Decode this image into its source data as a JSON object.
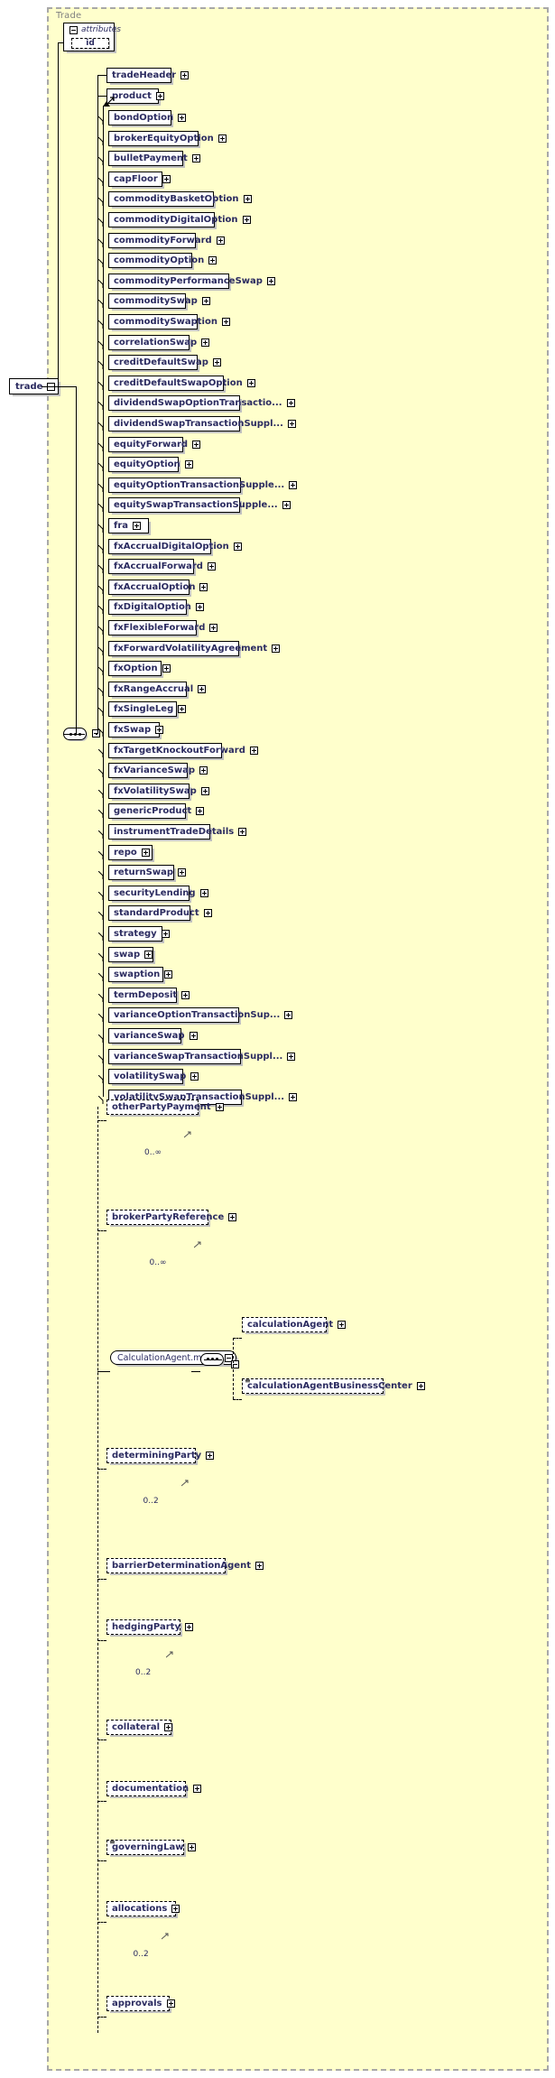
{
  "diagram": {
    "title": "Trade",
    "root_element": {
      "label": "trade",
      "control": "minus-control"
    },
    "attributes_group": {
      "label": "attributes",
      "control": "minus-control",
      "items": [
        "id"
      ]
    },
    "expand_control": "plus-control",
    "collapse_control": "minus-control"
  },
  "members": [
    {
      "label": "tradeHeader",
      "control": "plus-control",
      "optional": false,
      "width": 72,
      "cardinality": ""
    },
    {
      "label": "product",
      "control": "plus-control",
      "optional": false,
      "width": 58,
      "cardinality": "",
      "abstract_ref": true
    }
  ],
  "substitutions": [
    {
      "label": "bondOption",
      "width": 70,
      "cardinality": ""
    },
    {
      "label": "brokerEquityOption",
      "width": 100,
      "cardinality": ""
    },
    {
      "label": "bulletPayment",
      "width": 83,
      "cardinality": ""
    },
    {
      "label": "capFloor",
      "width": 60,
      "cardinality": ""
    },
    {
      "label": "commodityBasketOption",
      "width": 117,
      "cardinality": ""
    },
    {
      "label": "commodityDigitalOption",
      "width": 118,
      "cardinality": ""
    },
    {
      "label": "commodityForward",
      "width": 97,
      "cardinality": ""
    },
    {
      "label": "commodityOption",
      "width": 93,
      "cardinality": ""
    },
    {
      "label": "commodityPerformanceSwap",
      "width": 134,
      "cardinality": ""
    },
    {
      "label": "commoditySwap",
      "width": 86,
      "cardinality": ""
    },
    {
      "label": "commoditySwaption",
      "width": 99,
      "cardinality": ""
    },
    {
      "label": "correlationSwap",
      "width": 90,
      "cardinality": ""
    },
    {
      "label": "creditDefaultSwap",
      "width": 99,
      "cardinality": ""
    },
    {
      "label": "creditDefaultSwapOption",
      "width": 128,
      "cardinality": ""
    },
    {
      "label": "dividendSwapOptionTransactio...",
      "width": 146,
      "cardinality": ""
    },
    {
      "label": "dividendSwapTransactionSuppl...",
      "width": 146,
      "cardinality": ""
    },
    {
      "label": "equityForward",
      "width": 83,
      "cardinality": ""
    },
    {
      "label": "equityOption",
      "width": 78,
      "cardinality": ""
    },
    {
      "label": "equityOptionTransactionSupple...",
      "width": 147,
      "cardinality": ""
    },
    {
      "label": "equitySwapTransactionSupple...",
      "width": 146,
      "cardinality": ""
    },
    {
      "label": "fra",
      "width": 45,
      "cardinality": ""
    },
    {
      "label": "fxAccrualDigitalOption",
      "width": 114,
      "cardinality": ""
    },
    {
      "label": "fxAccrualForward",
      "width": 95,
      "cardinality": ""
    },
    {
      "label": "fxAccrualOption",
      "width": 90,
      "cardinality": ""
    },
    {
      "label": "fxDigitalOption",
      "width": 87,
      "cardinality": ""
    },
    {
      "label": "fxFlexibleForward",
      "width": 98,
      "cardinality": ""
    },
    {
      "label": "fxForwardVolatilityAgreement",
      "width": 145,
      "cardinality": ""
    },
    {
      "label": "fxOption",
      "width": 59,
      "cardinality": ""
    },
    {
      "label": "fxRangeAccrual",
      "width": 87,
      "cardinality": ""
    },
    {
      "label": "fxSingleLeg",
      "width": 76,
      "cardinality": ""
    },
    {
      "label": "fxSwap",
      "width": 57,
      "cardinality": ""
    },
    {
      "label": "fxTargetKnockoutForward",
      "width": 126,
      "cardinality": ""
    },
    {
      "label": "fxVarianceSwap",
      "width": 88,
      "cardinality": ""
    },
    {
      "label": "fxVolatilitySwap",
      "width": 90,
      "cardinality": ""
    },
    {
      "label": "genericProduct",
      "width": 86,
      "cardinality": ""
    },
    {
      "label": "instrumentTradeDetails",
      "width": 113,
      "cardinality": ""
    },
    {
      "label": "repo",
      "width": 49,
      "cardinality": ""
    },
    {
      "label": "returnSwap",
      "width": 73,
      "cardinality": ""
    },
    {
      "label": "securityLending",
      "width": 90,
      "cardinality": ""
    },
    {
      "label": "standardProduct",
      "width": 91,
      "cardinality": ""
    },
    {
      "label": "strategy",
      "width": 60,
      "cardinality": ""
    },
    {
      "label": "swap",
      "width": 50,
      "cardinality": ""
    },
    {
      "label": "swaption",
      "width": 61,
      "cardinality": ""
    },
    {
      "label": "termDeposit",
      "width": 76,
      "cardinality": ""
    },
    {
      "label": "varianceOptionTransactionSup...",
      "width": 145,
      "cardinality": ""
    },
    {
      "label": "varianceSwap",
      "width": 81,
      "cardinality": ""
    },
    {
      "label": "varianceSwapTransactionSuppl...",
      "width": 147,
      "cardinality": ""
    },
    {
      "label": "volatilitySwap",
      "width": 83,
      "cardinality": ""
    },
    {
      "label": "volatilitySwapTransactionSuppl...",
      "width": 148,
      "cardinality": ""
    }
  ],
  "tail_members": [
    {
      "label": "otherPartyPayment",
      "width": 102,
      "optional": true,
      "cardinality": "0..∞",
      "doc": false
    },
    {
      "label": "brokerPartyReference",
      "width": 113,
      "optional": true,
      "cardinality": "0..∞",
      "doc": false
    }
  ],
  "calc_agent_model": {
    "label": "CalculationAgent.model",
    "control": "minus-control",
    "compositor": "sequence-compositor",
    "compositor_control": "minus-control",
    "children": [
      {
        "label": "calculationAgent",
        "width": 94,
        "optional": true,
        "doc": false
      },
      {
        "label": "calculationAgentBusinessCenter",
        "width": 157,
        "optional": true,
        "doc": true
      }
    ]
  },
  "tail_members2": [
    {
      "label": "determiningParty",
      "width": 99,
      "optional": true,
      "cardinality": "0..2",
      "doc": false
    },
    {
      "label": "barrierDeterminationAgent",
      "width": 132,
      "optional": true,
      "cardinality": "",
      "doc": false
    },
    {
      "label": "hedgingParty",
      "width": 82,
      "optional": true,
      "cardinality": "0..2",
      "doc": false
    },
    {
      "label": "collateral",
      "width": 72,
      "optional": true,
      "cardinality": "",
      "doc": false
    },
    {
      "label": "documentation",
      "width": 88,
      "optional": true,
      "cardinality": "",
      "doc": false
    },
    {
      "label": "governingLaw",
      "width": 86,
      "optional": true,
      "cardinality": "",
      "doc": true
    },
    {
      "label": "allocations",
      "width": 77,
      "optional": true,
      "cardinality": "0..2",
      "doc": false
    },
    {
      "label": "approvals",
      "width": 70,
      "optional": true,
      "cardinality": "",
      "doc": false
    }
  ],
  "colors": {
    "frame_fill": "#ffffcc",
    "frame_border": "#a8a8a8",
    "node_fill": "#ffffff",
    "node_border": "#000000",
    "text": "#2b2b60",
    "shadow": "#c0c0c0"
  }
}
